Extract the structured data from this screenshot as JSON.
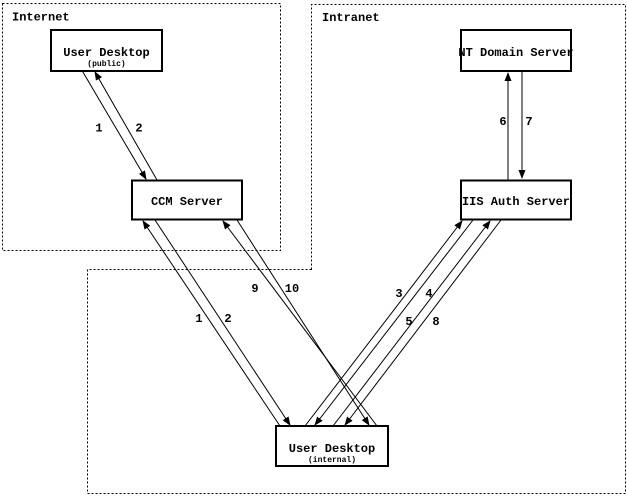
{
  "diagram": {
    "title": "CCM / IIS authentication flow diagram",
    "colors": {
      "background": "#ffffff",
      "line": "#000000",
      "text": "#000000"
    },
    "regions": {
      "internet": {
        "label": "Internet"
      },
      "intranet": {
        "label": "Intranet"
      }
    },
    "nodes": {
      "user_desktop_public": {
        "label": "User Desktop",
        "sublabel": "(public)"
      },
      "ccm_server": {
        "label": "CCM Server"
      },
      "nt_domain_server": {
        "label": "NT Domain Server"
      },
      "iis_auth_server": {
        "label": "IIS Auth Server"
      },
      "user_desktop_internal": {
        "label": "User Desktop",
        "sublabel": "(internal)"
      }
    },
    "edges": [
      {
        "label": "1",
        "from": "user-desktop-public",
        "to": "ccm-server"
      },
      {
        "label": "2",
        "from": "ccm-server",
        "to": "user-desktop-public"
      },
      {
        "label": "1",
        "from": "user-desktop-internal",
        "to": "ccm-server"
      },
      {
        "label": "2",
        "from": "ccm-server",
        "to": "user-desktop-internal"
      },
      {
        "label": "9",
        "from": "user-desktop-internal",
        "to": "ccm-server"
      },
      {
        "label": "10",
        "from": "ccm-server",
        "to": "user-desktop-internal"
      },
      {
        "label": "3",
        "from": "user-desktop-internal",
        "to": "iis-auth-server"
      },
      {
        "label": "4",
        "from": "iis-auth-server",
        "to": "user-desktop-internal"
      },
      {
        "label": "5",
        "from": "user-desktop-internal",
        "to": "iis-auth-server"
      },
      {
        "label": "8",
        "from": "iis-auth-server",
        "to": "user-desktop-internal"
      },
      {
        "label": "6",
        "from": "iis-auth-server",
        "to": "nt-domain-server"
      },
      {
        "label": "7",
        "from": "nt-domain-server",
        "to": "iis-auth-server"
      }
    ]
  }
}
